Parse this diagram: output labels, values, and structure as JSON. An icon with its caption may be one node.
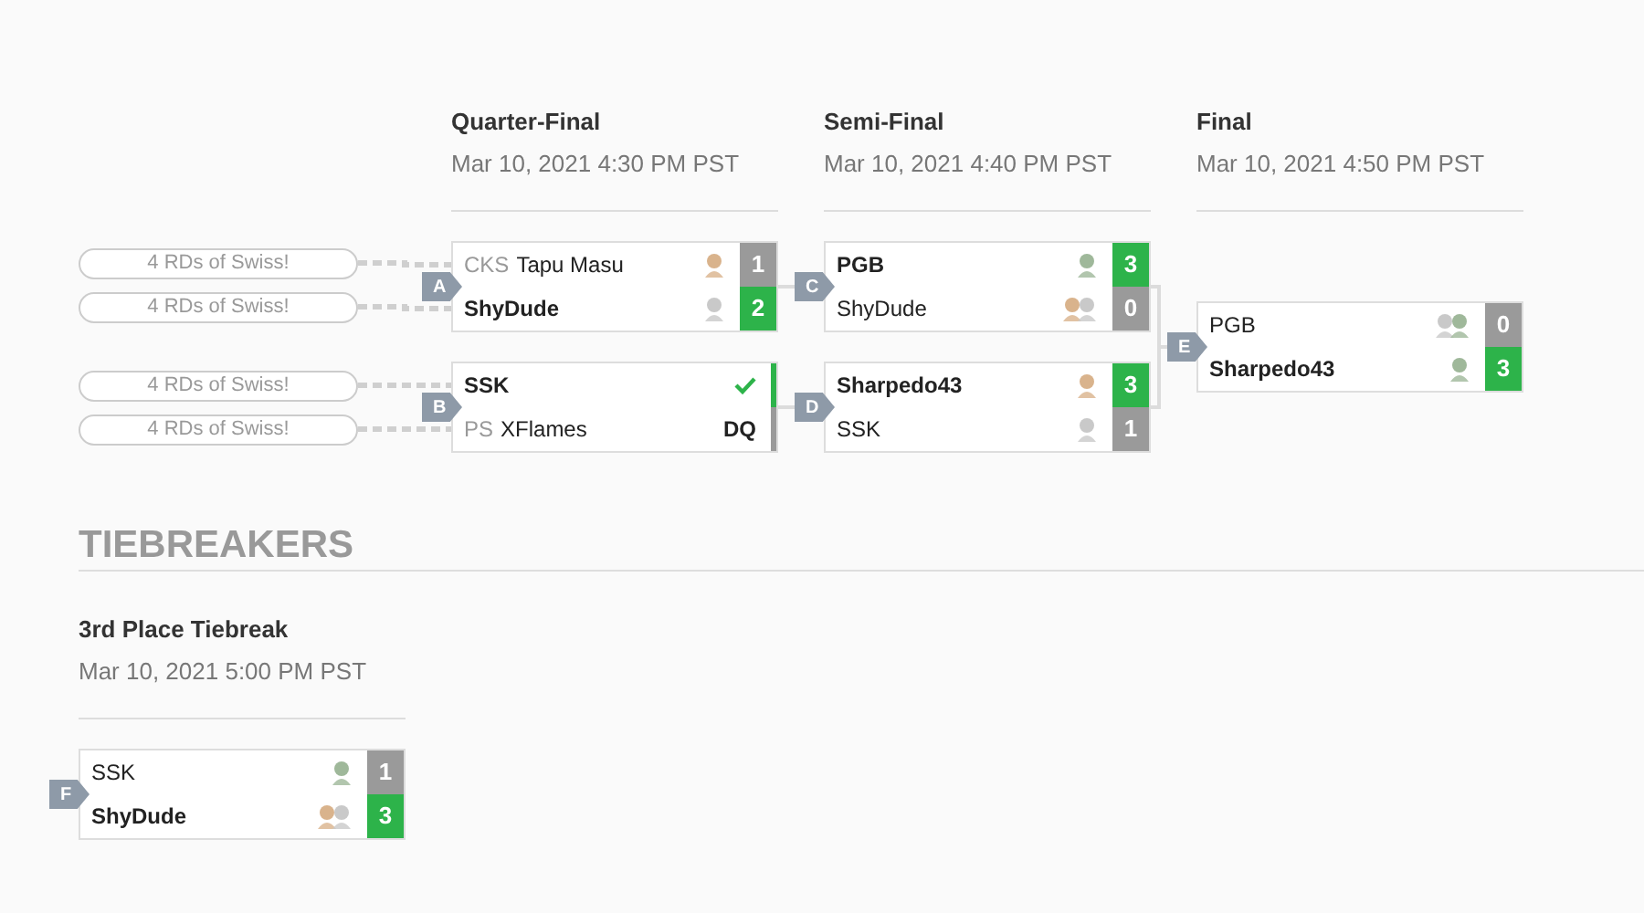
{
  "diagram": {
    "nodes": [
      {
        "text": [
          "4 RDs of Swiss!"
        ]
      },
      {
        "text": [
          "4 RDs of Swiss!"
        ]
      },
      {
        "text": [
          "4 RDs of Swiss!"
        ]
      },
      {
        "text": [
          "4 RDs of Swiss!"
        ]
      },
      {
        "text": [],
        "shape": "box"
      },
      {
        "text": [
          "A"
        ]
      },
      {
        "text": [
          "CKS",
          "Tapu Masu",
          "1"
        ],
        "in": 4
      },
      {
        "text": [
          "ShyDude",
          "2"
        ],
        "in": 4
      },
      {
        "text": [],
        "shape": "box"
      },
      {
        "text": [
          "B"
        ]
      },
      {
        "text": [
          "SSK"
        ],
        "in": 8
      },
      {
        "text": [
          "PS",
          "XFlames",
          "DQ"
        ],
        "in": 8
      },
      {
        "text": [],
        "shape": "box"
      },
      {
        "text": [
          "C"
        ]
      },
      {
        "text": [
          "PGB",
          "3"
        ],
        "in": 12
      },
      {
        "text": [
          "ShyDude",
          "0"
        ],
        "in": 12
      },
      {
        "text": [],
        "shape": "box"
      },
      {
        "text": [
          "D"
        ]
      },
      {
        "text": [
          "Sharpedo43",
          "3"
        ],
        "in": 16
      },
      {
        "text": [
          "SSK",
          "1"
        ],
        "in": 16
      },
      {
        "text": [],
        "shape": "box"
      },
      {
        "text": [
          "E"
        ]
      },
      {
        "text": [
          "PGB",
          "0"
        ],
        "in": 20
      },
      {
        "text": [
          "Sharpedo43",
          "3"
        ],
        "in": 20
      },
      {
        "text": [],
        "shape": "box"
      },
      {
        "text": [
          "F"
        ]
      },
      {
        "text": [
          "SSK",
          "1"
        ],
        "in": 24
      },
      {
        "text": [
          "ShyDude",
          "3"
        ],
        "in": 24
      }
    ],
    "edges": [
      {
        "from": 0,
        "to": 6,
        "arrow": "none",
        "style": "dashed"
      },
      {
        "from": 1,
        "to": 7,
        "arrow": "none",
        "style": "dashed"
      },
      {
        "from": 2,
        "to": 10,
        "arrow": "none",
        "style": "dashed"
      },
      {
        "from": 3,
        "to": 11,
        "arrow": "none",
        "style": "dashed"
      },
      {
        "from": 4,
        "to": 13,
        "arrow": "none"
      },
      {
        "from": 8,
        "to": 17,
        "arrow": "none"
      },
      {
        "from": 12,
        "to": 21,
        "arrow": "none"
      },
      {
        "from": 16,
        "to": 21,
        "arrow": "none"
      }
    ],
    "labels": [
      "Quarter-Final",
      "Mar 10, 2021 4:30 PM PST",
      "Semi-Final",
      "Mar 10, 2021 4:40 PM PST",
      "Final",
      "Mar 10, 2021 4:50 PM PST",
      "TIEBREAKERS",
      "3rd Place Tiebreak",
      "Mar 10, 2021 5:00 PM PST"
    ]
  }
}
